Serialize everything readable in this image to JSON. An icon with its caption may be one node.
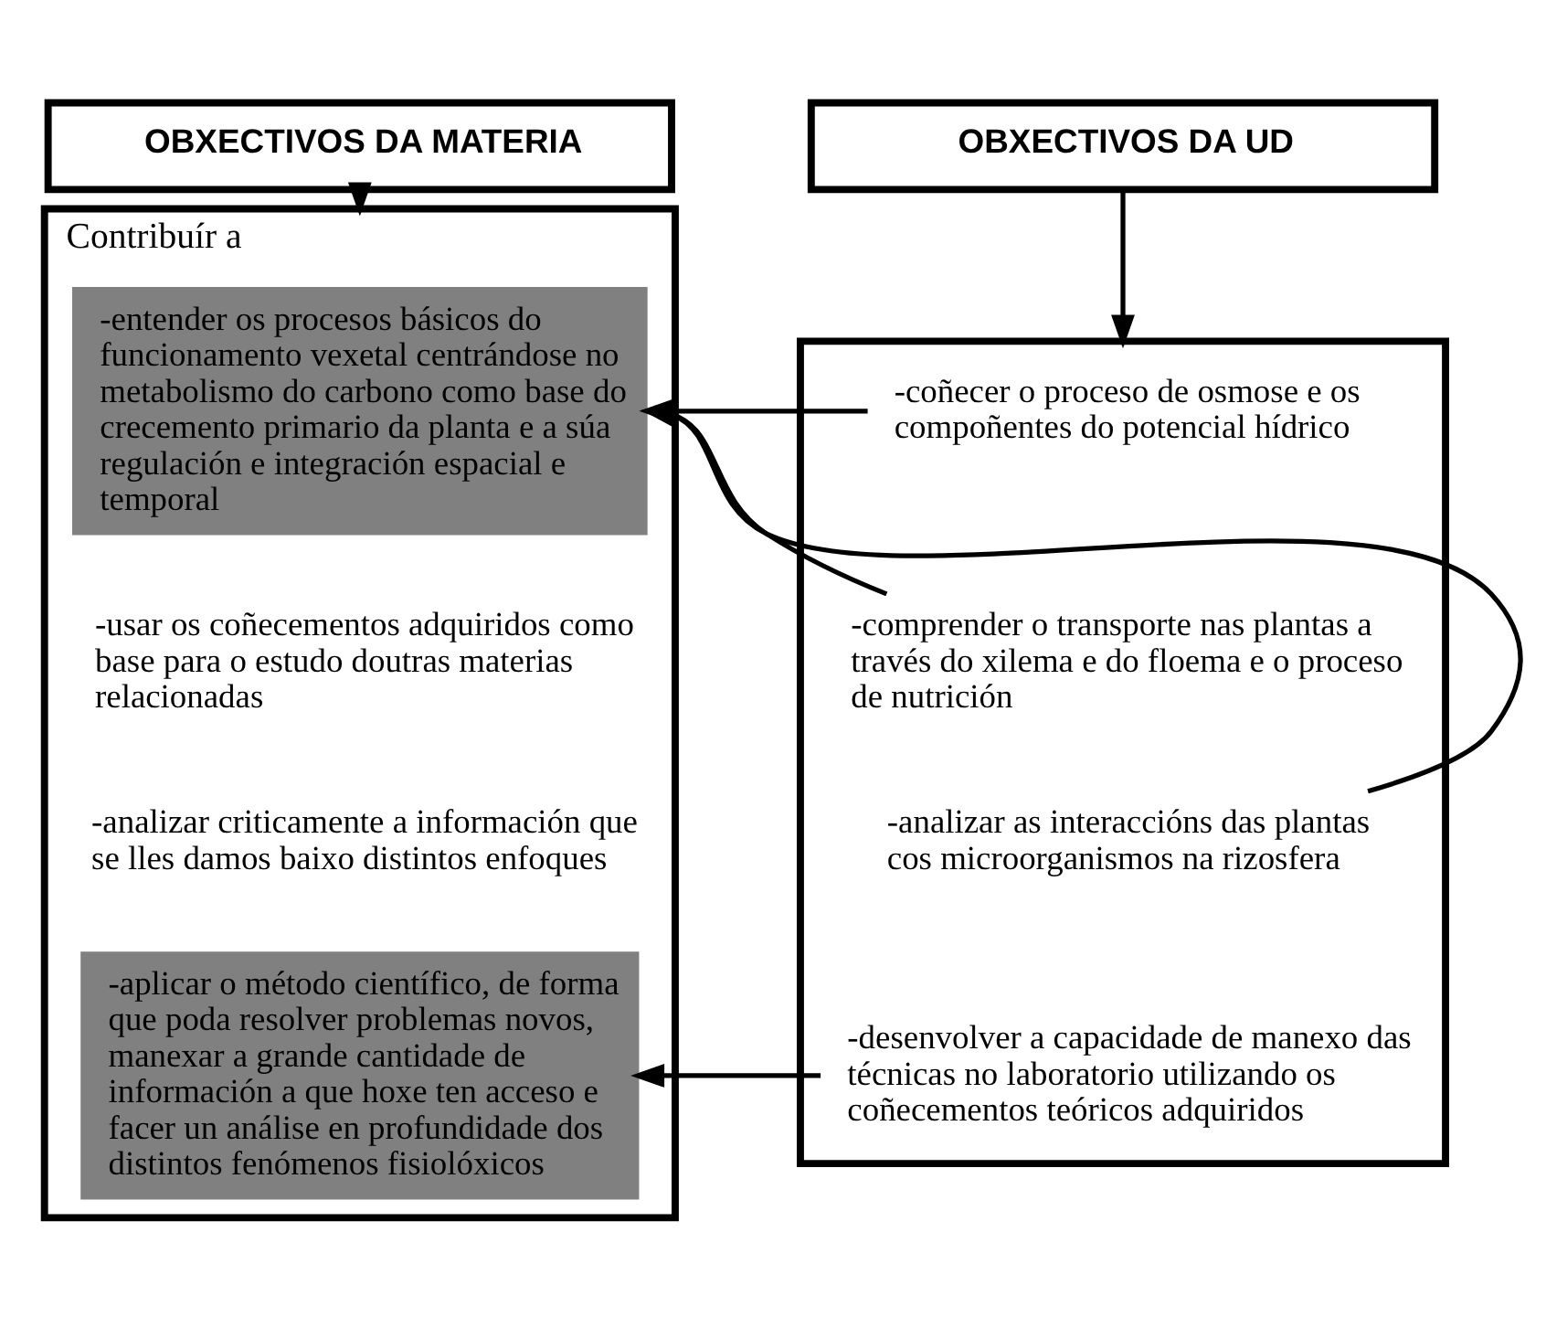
{
  "diagram": {
    "nodes": [
      {
        "text": [
          "OBXECTIVOS DA MATERIA"
        ]
      },
      {
        "text": [
          "Contribuír a"
        ]
      },
      {
        "text": [
          "-entender os procesos básicos do funcionamento vexetal centrándose no metabolismo do carbono como base do crecemento primario da planta e a súa regulación e integración espacial e temporal"
        ],
        "in": 1
      },
      {
        "text": [
          "-usar os coñecementos adquiridos como base para o estudo doutras materias relacionadas"
        ],
        "in": 1
      },
      {
        "text": [
          "-analizar criticamente a información que se lles damos baixo distintos enfoques"
        ],
        "in": 1
      },
      {
        "text": [
          "-aplicar o método científico, de forma que poda resolver problemas novos, manexar a grande cantidade de información a que hoxe ten acceso e facer un análise en profundidade dos distintos fenómenos fisiolóxicos"
        ],
        "in": 1
      },
      {
        "text": [
          "OBXECTIVOS DA UD"
        ]
      },
      {
        "text": [],
        "shape": "box"
      },
      {
        "text": [
          "-coñecer o proceso de osmose e os compoñentes do potencial hídrico"
        ],
        "in": 7
      },
      {
        "text": [
          "-comprender o transporte nas plantas a través do xilema e do floema e o proceso de nutrición"
        ],
        "in": 7
      },
      {
        "text": [
          "-analizar as interaccións das plantas cos microorganismos na rizosfera"
        ],
        "in": 7
      },
      {
        "text": [
          "-desenvolver a capacidade de manexo das técnicas no laboratorio utilizando os coñecementos teóricos adquiridos"
        ],
        "in": 7
      }
    ],
    "edges": [
      {
        "from": 0,
        "to": 1,
        "arrow": "to"
      },
      {
        "from": 6,
        "to": 7,
        "arrow": "to"
      },
      {
        "from": 8,
        "to": 2,
        "arrow": "to"
      },
      {
        "from": 9,
        "to": 2,
        "arrow": "to"
      },
      {
        "from": 10,
        "to": 2,
        "arrow": "to"
      },
      {
        "from": 11,
        "to": 5,
        "arrow": "to"
      }
    ]
  }
}
